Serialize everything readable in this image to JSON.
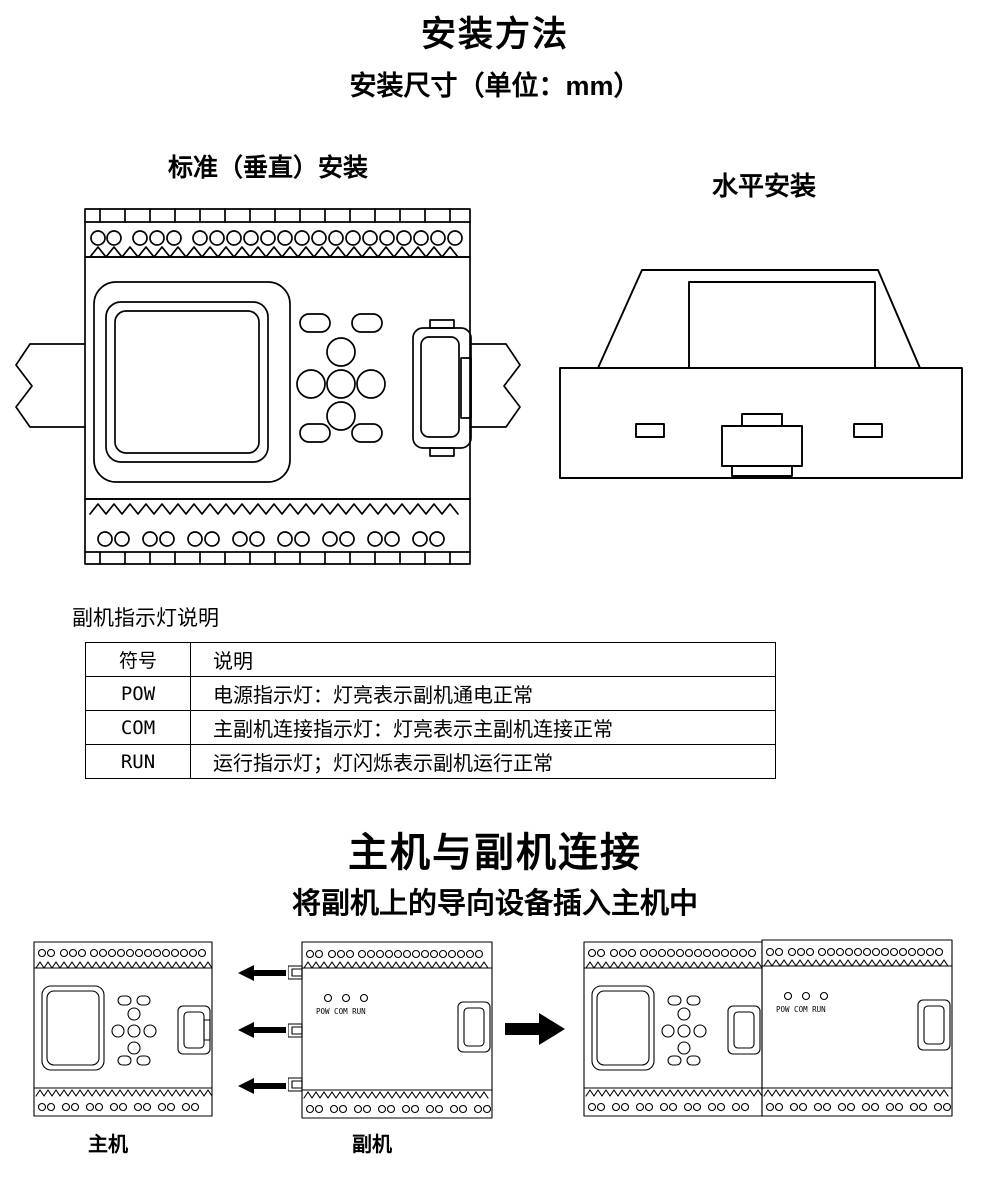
{
  "page": {
    "title": "安装方法",
    "subtitle": "安装尺寸（单位：mm）"
  },
  "mounting": {
    "vertical_label": "标准（垂直）安装",
    "horizontal_label": "水平安装"
  },
  "indicators": {
    "heading": "副机指示灯说明",
    "col_symbol": "符号",
    "col_desc": "说明",
    "rows": [
      {
        "symbol": "POW",
        "desc": "电源指示灯：灯亮表示副机通电正常"
      },
      {
        "symbol": "COM",
        "desc": "主副机连接指示灯：灯亮表示主副机连接正常"
      },
      {
        "symbol": "RUN",
        "desc": "运行指示灯；灯闪烁表示副机运行正常"
      }
    ]
  },
  "connection": {
    "title": "主机与副机连接",
    "subtitle": "将副机上的导向设备插入主机中",
    "master_label": "主机",
    "slave_label": "副机",
    "led_labels": "POW COM RUN"
  }
}
